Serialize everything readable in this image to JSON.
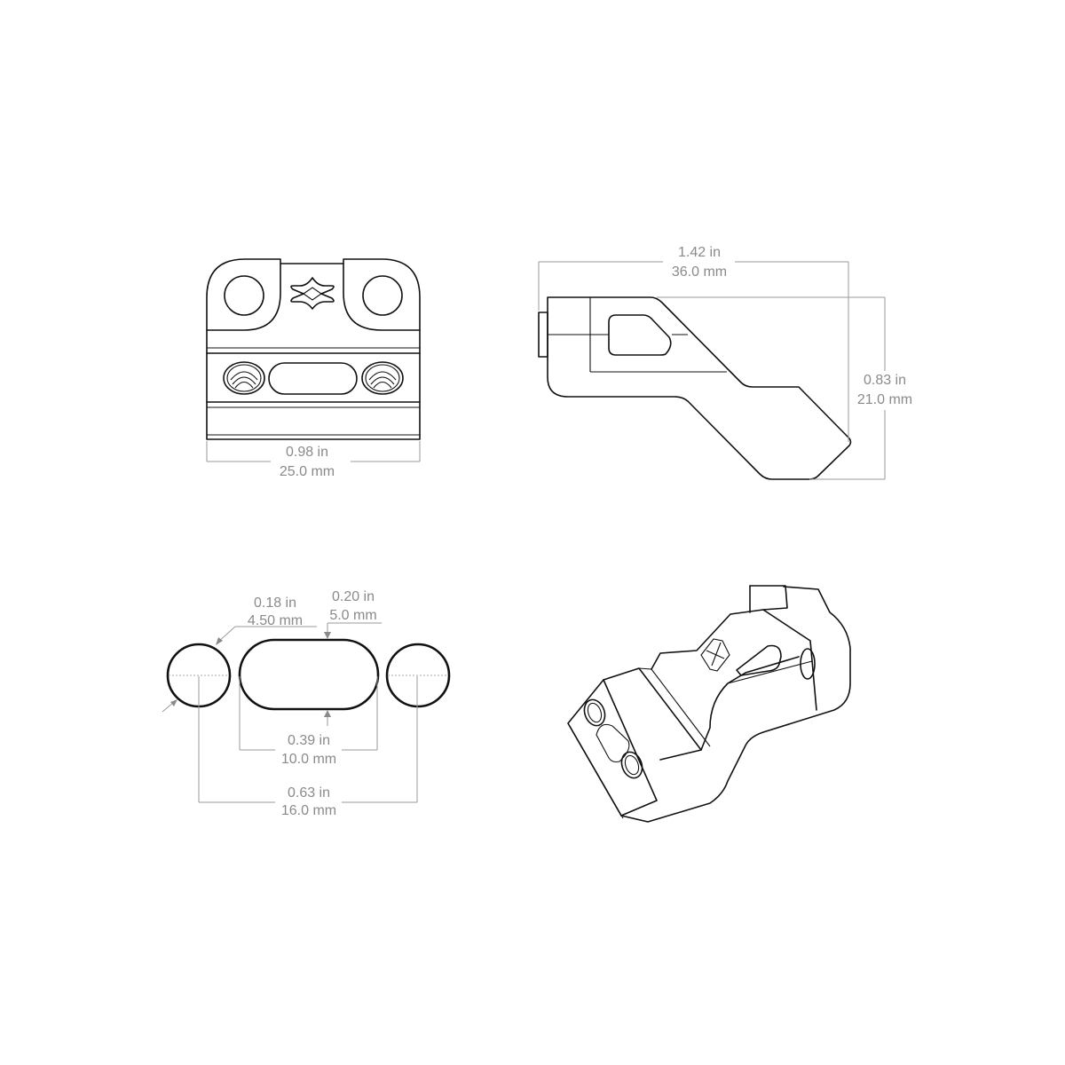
{
  "front_view": {
    "width_in": "0.98 in",
    "width_mm": "25.0 mm"
  },
  "side_view": {
    "length_in": "1.42 in",
    "length_mm": "36.0 mm",
    "height_in": "0.83 in",
    "height_mm": "21.0 mm"
  },
  "hole_pattern": {
    "hole_dia_in": "0.18 in",
    "hole_dia_mm": "4.50 mm",
    "slot_width_in": "0.20 in",
    "slot_width_mm": "5.0 mm",
    "slot_length_in": "0.39 in",
    "slot_length_mm": "10.0 mm",
    "hole_spacing_in": "0.63 in",
    "hole_spacing_mm": "16.0 mm"
  },
  "colors": {
    "line": "#111111",
    "dimension": "#8a8a8a",
    "background": "#ffffff"
  }
}
